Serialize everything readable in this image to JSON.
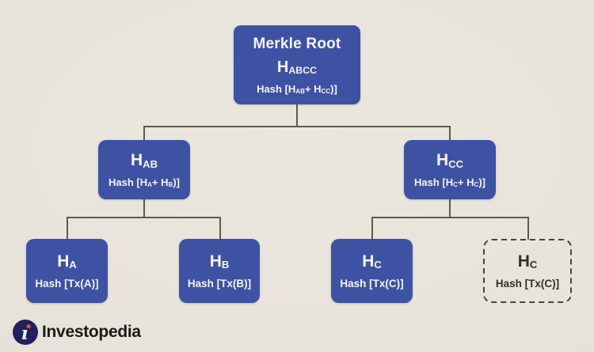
{
  "diagram": {
    "root": {
      "title": "Merkle Root",
      "hash": {
        "base": "H",
        "sub": "ABCC"
      },
      "formula": {
        "p0": "Hash [H",
        "s0": "AB",
        "p1": "+ H",
        "s1": "CC",
        "p2": ")]"
      }
    },
    "h_ab": {
      "hash": {
        "base": "H",
        "sub": "AB"
      },
      "formula": {
        "p0": "Hash [H",
        "s0": "A",
        "p1": "+ H",
        "s1": "B",
        "p2": ")]"
      }
    },
    "h_cc": {
      "hash": {
        "base": "H",
        "sub": "CC"
      },
      "formula": {
        "p0": "Hash [H",
        "s0": "C",
        "p1": "+ H",
        "s1": "C",
        "p2": ")]"
      }
    },
    "h_a": {
      "hash": {
        "base": "H",
        "sub": "A"
      },
      "formula_plain": "Hash [Tx(A)]"
    },
    "h_b": {
      "hash": {
        "base": "H",
        "sub": "B"
      },
      "formula_plain": "Hash [Tx(B)]"
    },
    "h_c": {
      "hash": {
        "base": "H",
        "sub": "C"
      },
      "formula_plain": "Hash [Tx(C)]"
    },
    "h_c_duplicate": {
      "hash": {
        "base": "H",
        "sub": "C"
      },
      "formula_plain": "Hash [Tx(C)]",
      "style": "dashed"
    }
  },
  "colors": {
    "background": "#e7e3da",
    "node_fill": "#3e52a3",
    "node_text": "#f5f4f0",
    "connector": "#5d5a50",
    "dashed_border": "#48443d",
    "dashed_text": "#332f29",
    "brand_text": "#1a1a1a",
    "logo_circle": "#232060",
    "logo_dot": "#d94f38"
  },
  "footer": {
    "brand": "Investopedia"
  }
}
